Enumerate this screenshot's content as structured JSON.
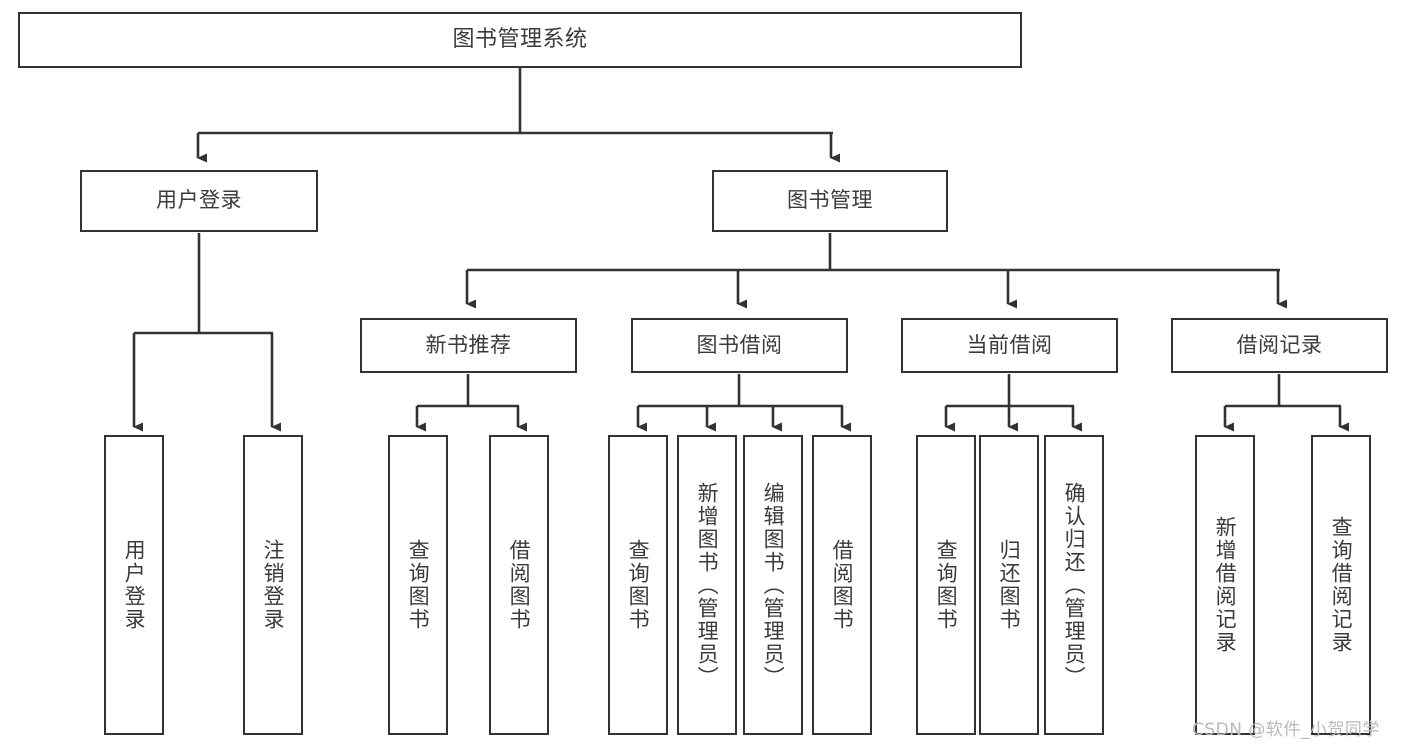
{
  "diagram": {
    "title": "图书管理系统",
    "type": "tree-hierarchy-chart",
    "colors": {
      "box_border": "#333333",
      "box_fill": "#ffffff",
      "text": "#3b3b3b",
      "edge": "#333333",
      "watermark": "#b9b9b9",
      "canvas": "#ffffff"
    },
    "root": {
      "label": "图书管理系统"
    },
    "level2": [
      {
        "label": "用户登录"
      },
      {
        "label": "图书管理"
      }
    ],
    "level3": [
      {
        "label": "新书推荐"
      },
      {
        "label": "图书借阅"
      },
      {
        "label": "当前借阅"
      },
      {
        "label": "借阅记录"
      }
    ],
    "leaves": {
      "user_login": [
        {
          "label": "用户登录"
        },
        {
          "label": "注销登录"
        }
      ],
      "new_book_recommend": [
        {
          "label": "查询图书"
        },
        {
          "label": "借阅图书"
        }
      ],
      "book_borrow": [
        {
          "label": "查询图书"
        },
        {
          "label": "新增图书（管理员）"
        },
        {
          "label": "编辑图书（管理员）"
        },
        {
          "label": "借阅图书"
        }
      ],
      "current_borrow": [
        {
          "label": "查询图书"
        },
        {
          "label": "归还图书"
        },
        {
          "label": "确认归还（管理员）"
        }
      ],
      "borrow_record": [
        {
          "label": "新增借阅记录"
        },
        {
          "label": "查询借阅记录"
        }
      ]
    }
  },
  "watermark": {
    "text": "CSDN @软件_小贺同学"
  }
}
